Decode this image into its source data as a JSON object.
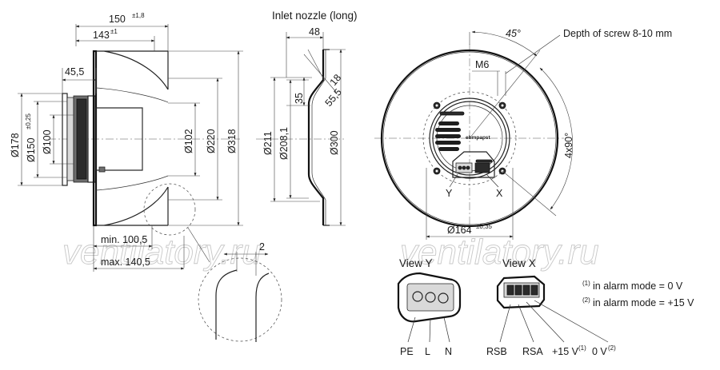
{
  "watermark": {
    "left": "ventilatory.ru",
    "right": "ventilatory.ru"
  },
  "side_view": {
    "dim_150": "150",
    "dim_150_tol": "±1,8",
    "dim_143": "143",
    "dim_143_tol": "±1",
    "dim_45_5": "45,5",
    "dia_178": "Ø178",
    "dia_150": "Ø150",
    "dia_150_tol": "±0,25",
    "dia_100": "Ø100",
    "dia_102": "Ø102",
    "dia_220": "Ø220",
    "dia_318": "Ø318",
    "dim_min": "min. 100,5",
    "dim_max": "max. 140,5",
    "dim_2": "2"
  },
  "nozzle_view": {
    "title": "Inlet nozzle (long)",
    "dim_48": "48",
    "dim_18": "18",
    "dim_55_5": "55,5",
    "dim_35": "35",
    "dia_211": "Ø211",
    "dia_208_1": "Ø208,1",
    "dia_300": "Ø300"
  },
  "front_view": {
    "angle_45": "45°",
    "screw_depth": "Depth of screw 8-10 mm",
    "thread_m6": "M6",
    "hole_pattern": "4x90°",
    "label_y": "Y",
    "label_x": "X",
    "dia_164": "Ø164",
    "dia_164_tol": "±0,35",
    "brand": "ebmpapst"
  },
  "view_y": {
    "title": "View Y",
    "pins": [
      "PE",
      "L",
      "N"
    ]
  },
  "view_x": {
    "title": "View X",
    "pin_rsb": "RSB",
    "pin_rsa": "RSA",
    "pin_15v": "+15 V",
    "pin_15v_note": "(1)",
    "pin_0v": "0 V",
    "pin_0v_note": "(2)"
  },
  "notes": {
    "note1_mark": "(1)",
    "note1_text": "in alarm mode = 0 V",
    "note2_mark": "(2)",
    "note2_text": "in alarm mode = +15 V"
  }
}
